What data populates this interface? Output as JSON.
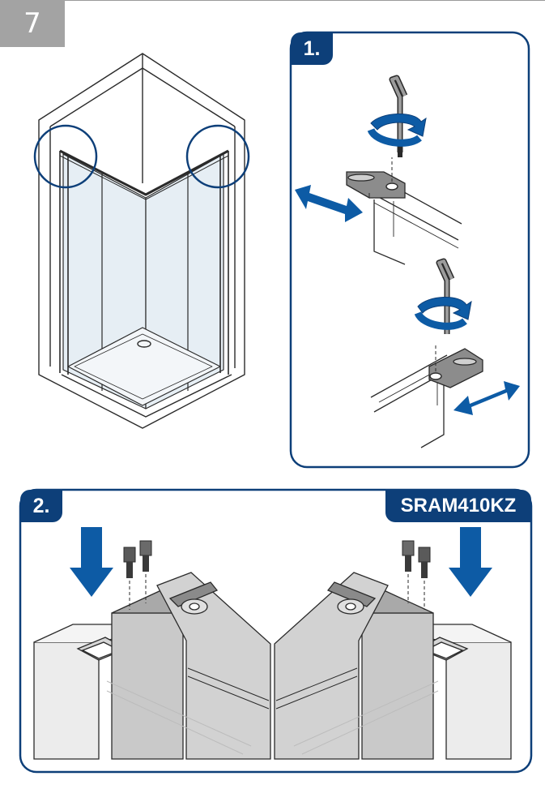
{
  "step": {
    "number": "7"
  },
  "panel_1": {
    "label": "1."
  },
  "panel_2": {
    "label": "2.",
    "product_code": "SRAM410KZ"
  },
  "colors": {
    "accent": "#0d3f79",
    "badge": "#a3a3a3",
    "line": "#2a2a2a",
    "glass": "#e6eef4"
  },
  "icons": [
    "hex-key-icon",
    "rotation-arrow-icon",
    "double-arrow-icon",
    "down-arrow-icon",
    "screw-icon",
    "detail-circle-icon"
  ]
}
